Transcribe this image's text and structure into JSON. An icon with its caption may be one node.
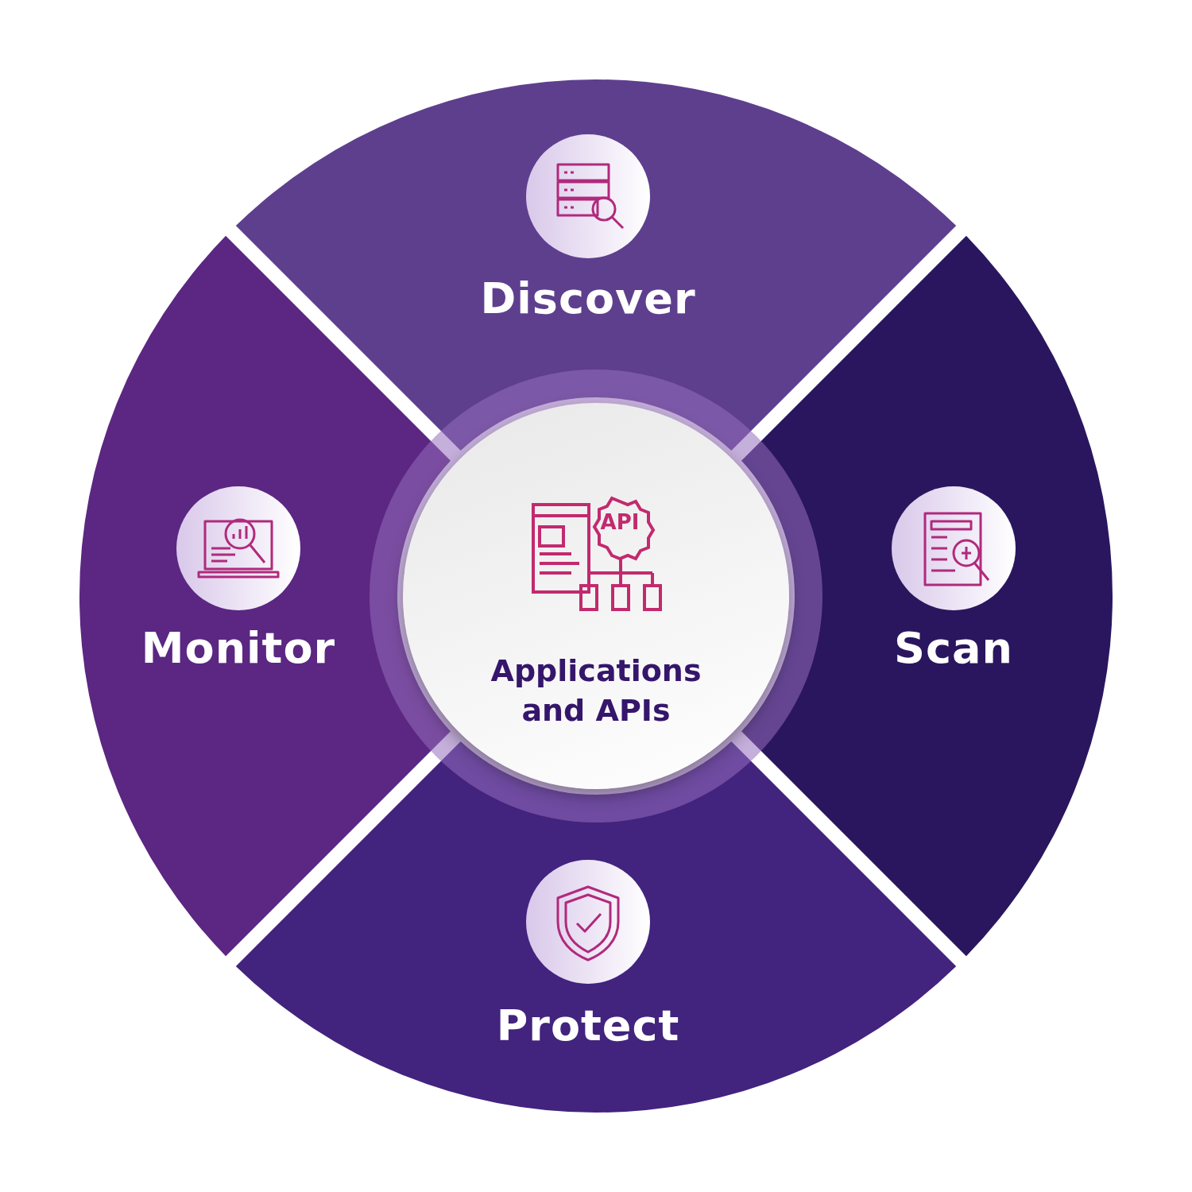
{
  "diagram": {
    "nodes": [
      {
        "text": [
          "Discover"
        ]
      },
      {
        "text": [
          "Monitor"
        ]
      },
      {
        "text": [
          "Applications and APIs"
        ]
      },
      {
        "text": [
          "Scan"
        ]
      },
      {
        "text": [
          "Protect"
        ]
      }
    ],
    "labels": [
      "API"
    ]
  }
}
